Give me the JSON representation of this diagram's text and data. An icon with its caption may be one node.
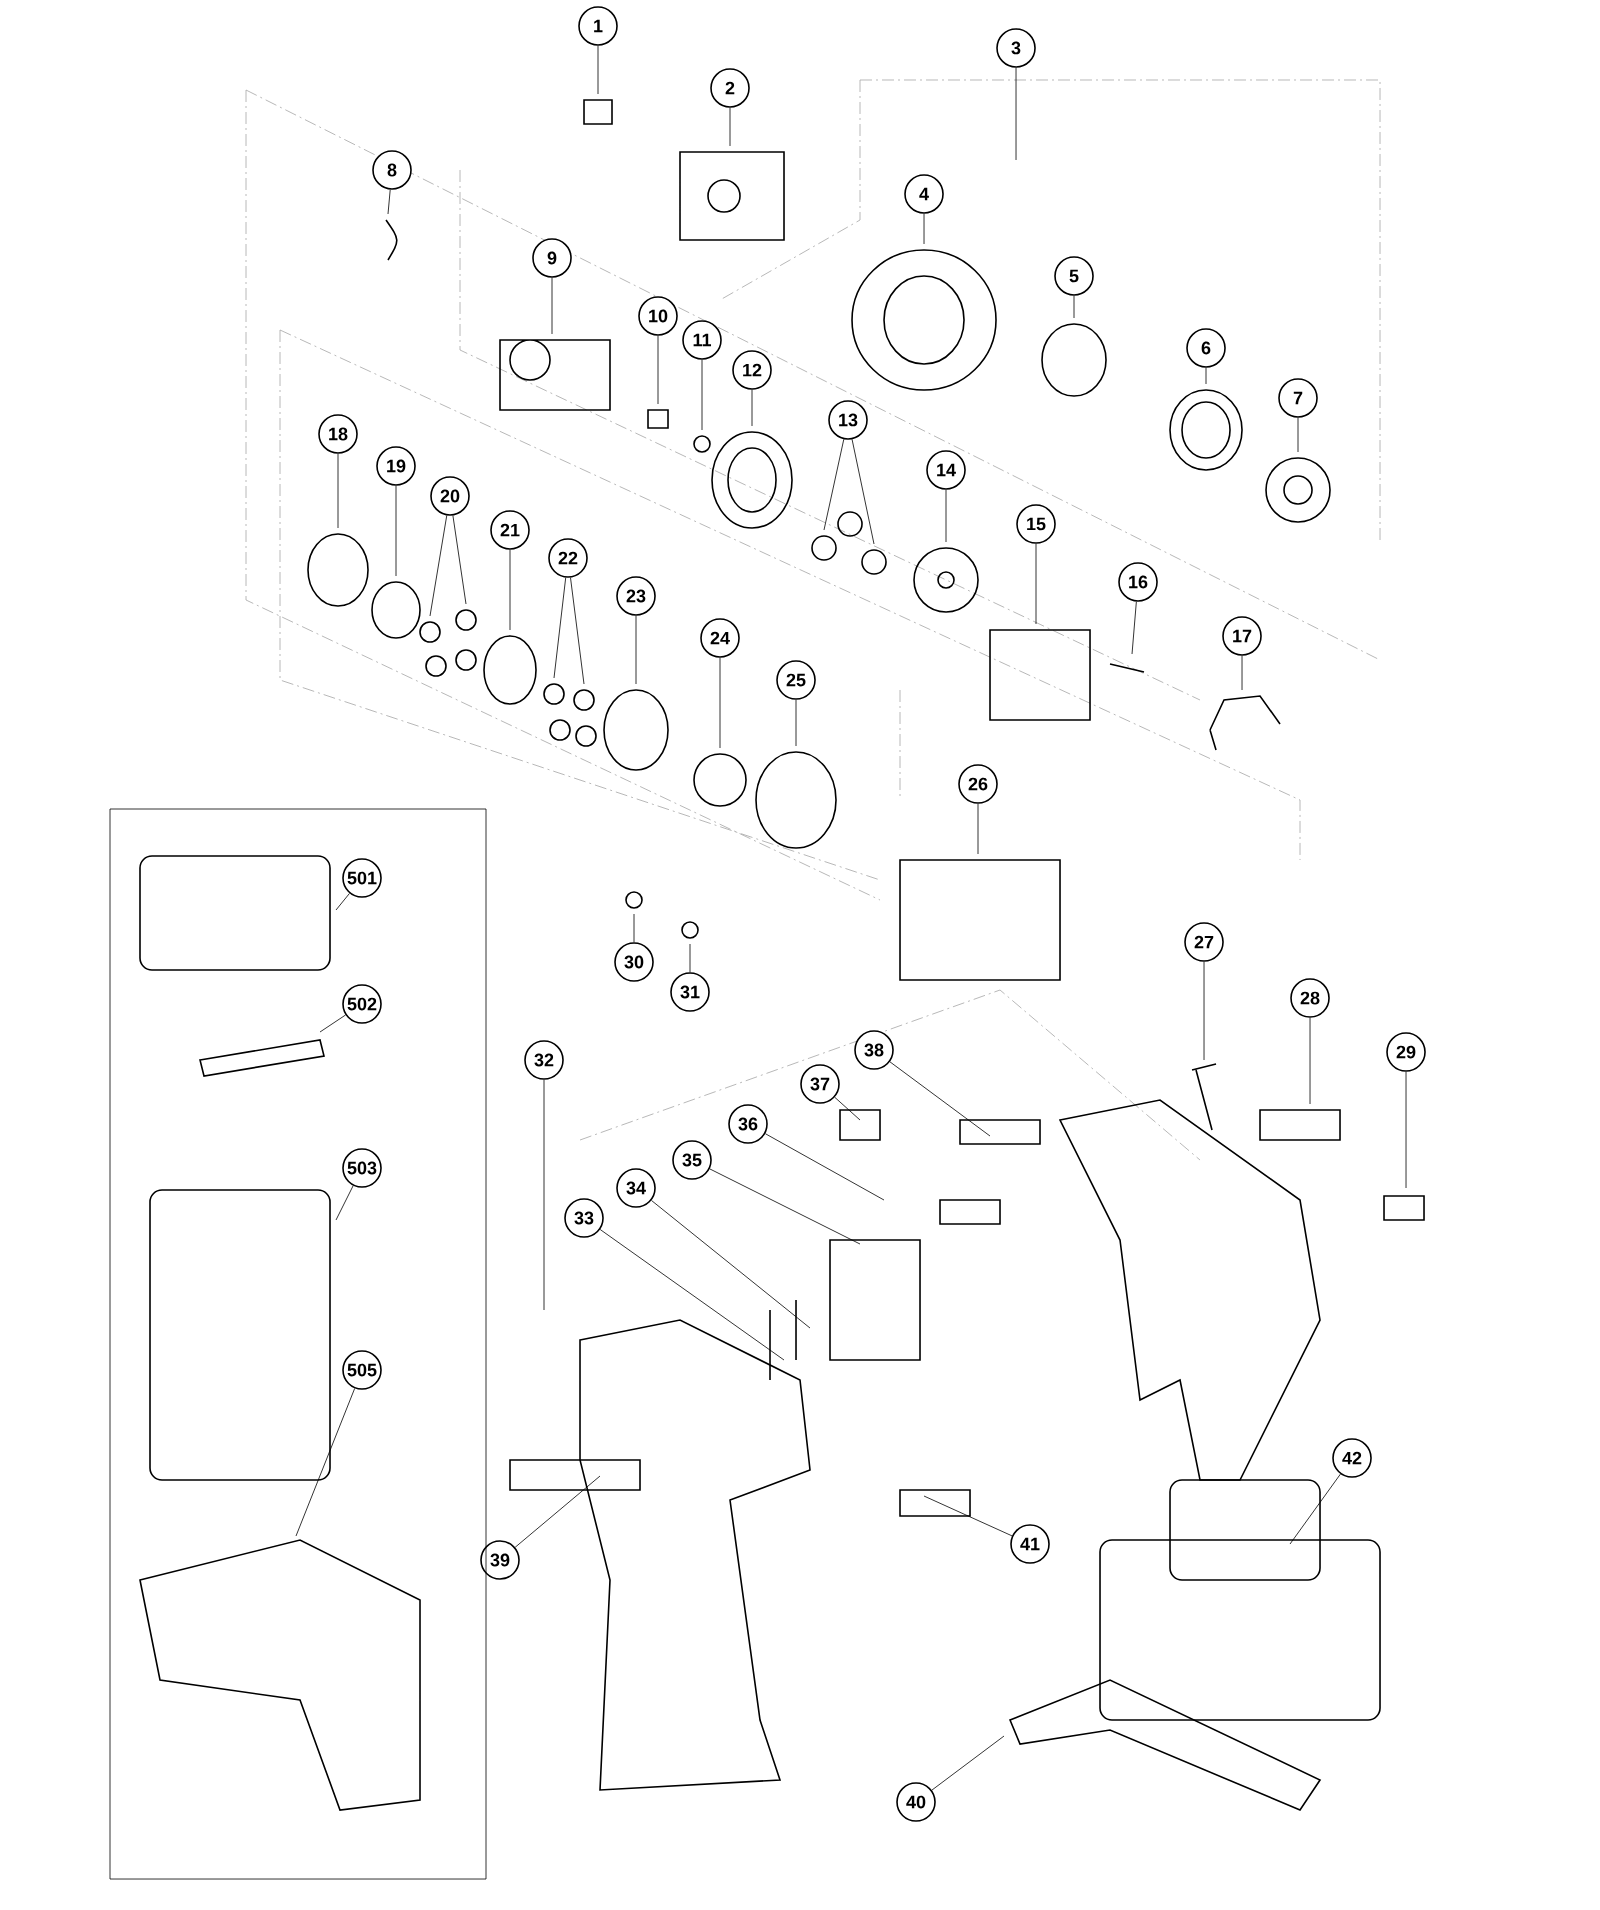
{
  "diagram": {
    "nodes": [
      {
        "text": [
          "1"
        ]
      },
      {
        "text": [
          "2"
        ]
      },
      {
        "text": [
          "3"
        ]
      },
      {
        "text": [
          "4"
        ]
      },
      {
        "text": [
          "5"
        ]
      },
      {
        "text": [
          "6"
        ]
      },
      {
        "text": [
          "7"
        ]
      },
      {
        "text": [
          "8"
        ]
      },
      {
        "text": [
          "9"
        ]
      },
      {
        "text": [
          "10"
        ]
      },
      {
        "text": [
          "11"
        ]
      },
      {
        "text": [
          "12"
        ]
      },
      {
        "text": [
          "13"
        ]
      },
      {
        "text": [
          "14"
        ]
      },
      {
        "text": [
          "15"
        ]
      },
      {
        "text": [
          "16"
        ]
      },
      {
        "text": [
          "17"
        ]
      },
      {
        "text": [
          "18"
        ]
      },
      {
        "text": [
          "19"
        ]
      },
      {
        "text": [
          "20"
        ]
      },
      {
        "text": [
          "21"
        ]
      },
      {
        "text": [
          "22"
        ]
      },
      {
        "text": [
          "23"
        ]
      },
      {
        "text": [
          "24"
        ]
      },
      {
        "text": [
          "25"
        ]
      },
      {
        "text": [
          "26"
        ]
      },
      {
        "text": [
          "27"
        ]
      },
      {
        "text": [
          "28"
        ]
      },
      {
        "text": [
          "29"
        ]
      },
      {
        "text": [
          "30"
        ]
      },
      {
        "text": [
          "31"
        ]
      },
      {
        "text": [
          "32"
        ]
      },
      {
        "text": [
          "33"
        ]
      },
      {
        "text": [
          "34"
        ]
      },
      {
        "text": [
          "35"
        ]
      },
      {
        "text": [
          "36"
        ]
      },
      {
        "text": [
          "37"
        ]
      },
      {
        "text": [
          "38"
        ]
      },
      {
        "text": [
          "39"
        ]
      },
      {
        "text": [
          "40"
        ]
      },
      {
        "text": [
          "41"
        ]
      },
      {
        "text": [
          "42"
        ]
      },
      {
        "text": [],
        "shape": "box"
      },
      {
        "text": [
          "501"
        ],
        "in": 42
      },
      {
        "text": [
          "502"
        ],
        "in": 42
      },
      {
        "text": [
          "503"
        ],
        "in": 42
      },
      {
        "text": [
          "505"
        ],
        "in": 42
      }
    ],
    "edges": [
      {
        "from": 0,
        "to": null,
        "arrow": "none"
      },
      {
        "from": 1,
        "to": null,
        "arrow": "none"
      },
      {
        "from": 2,
        "to": null,
        "arrow": "none"
      },
      {
        "from": 3,
        "to": null,
        "arrow": "none"
      },
      {
        "from": 4,
        "to": null,
        "arrow": "none"
      },
      {
        "from": 5,
        "to": null,
        "arrow": "none"
      },
      {
        "from": 6,
        "to": null,
        "arrow": "none"
      },
      {
        "from": 7,
        "to": null,
        "arrow": "none"
      },
      {
        "from": 8,
        "to": null,
        "arrow": "none"
      },
      {
        "from": 9,
        "to": null,
        "arrow": "none"
      },
      {
        "from": 10,
        "to": null,
        "arrow": "none"
      },
      {
        "from": 11,
        "to": null,
        "arrow": "none"
      },
      {
        "from": 12,
        "to": null,
        "arrow": "none"
      },
      {
        "from": 12,
        "to": null,
        "arrow": "none"
      },
      {
        "from": 13,
        "to": null,
        "arrow": "none"
      },
      {
        "from": 14,
        "to": null,
        "arrow": "none"
      },
      {
        "from": 15,
        "to": null,
        "arrow": "none"
      },
      {
        "from": 16,
        "to": null,
        "arrow": "none"
      },
      {
        "from": 17,
        "to": null,
        "arrow": "none"
      },
      {
        "from": 18,
        "to": null,
        "arrow": "none"
      },
      {
        "from": 19,
        "to": null,
        "arrow": "none"
      },
      {
        "from": 19,
        "to": null,
        "arrow": "none"
      },
      {
        "from": 20,
        "to": null,
        "arrow": "none"
      },
      {
        "from": 21,
        "to": null,
        "arrow": "none"
      },
      {
        "from": 21,
        "to": null,
        "arrow": "none"
      },
      {
        "from": 22,
        "to": null,
        "arrow": "none"
      },
      {
        "from": 23,
        "to": null,
        "arrow": "none"
      },
      {
        "from": 24,
        "to": null,
        "arrow": "none"
      },
      {
        "from": 25,
        "to": null,
        "arrow": "none"
      },
      {
        "from": 26,
        "to": null,
        "arrow": "none"
      },
      {
        "from": 27,
        "to": null,
        "arrow": "none"
      },
      {
        "from": 28,
        "to": null,
        "arrow": "none"
      },
      {
        "from": 29,
        "to": null,
        "arrow": "none"
      },
      {
        "from": 30,
        "to": null,
        "arrow": "none"
      },
      {
        "from": 31,
        "to": null,
        "arrow": "none"
      },
      {
        "from": 32,
        "to": null,
        "arrow": "none"
      },
      {
        "from": 33,
        "to": null,
        "arrow": "none"
      },
      {
        "from": 34,
        "to": null,
        "arrow": "none"
      },
      {
        "from": 35,
        "to": null,
        "arrow": "none"
      },
      {
        "from": 36,
        "to": null,
        "arrow": "none"
      },
      {
        "from": 37,
        "to": null,
        "arrow": "none"
      },
      {
        "from": 38,
        "to": null,
        "arrow": "none"
      },
      {
        "from": 39,
        "to": null,
        "arrow": "none"
      },
      {
        "from": 40,
        "to": null,
        "arrow": "none"
      },
      {
        "from": 41,
        "to": null,
        "arrow": "none"
      },
      {
        "from": 43,
        "to": null,
        "arrow": "none"
      },
      {
        "from": 44,
        "to": null,
        "arrow": "none"
      },
      {
        "from": 45,
        "to": null,
        "arrow": "none"
      },
      {
        "from": 46,
        "to": null,
        "arrow": "none"
      }
    ]
  }
}
